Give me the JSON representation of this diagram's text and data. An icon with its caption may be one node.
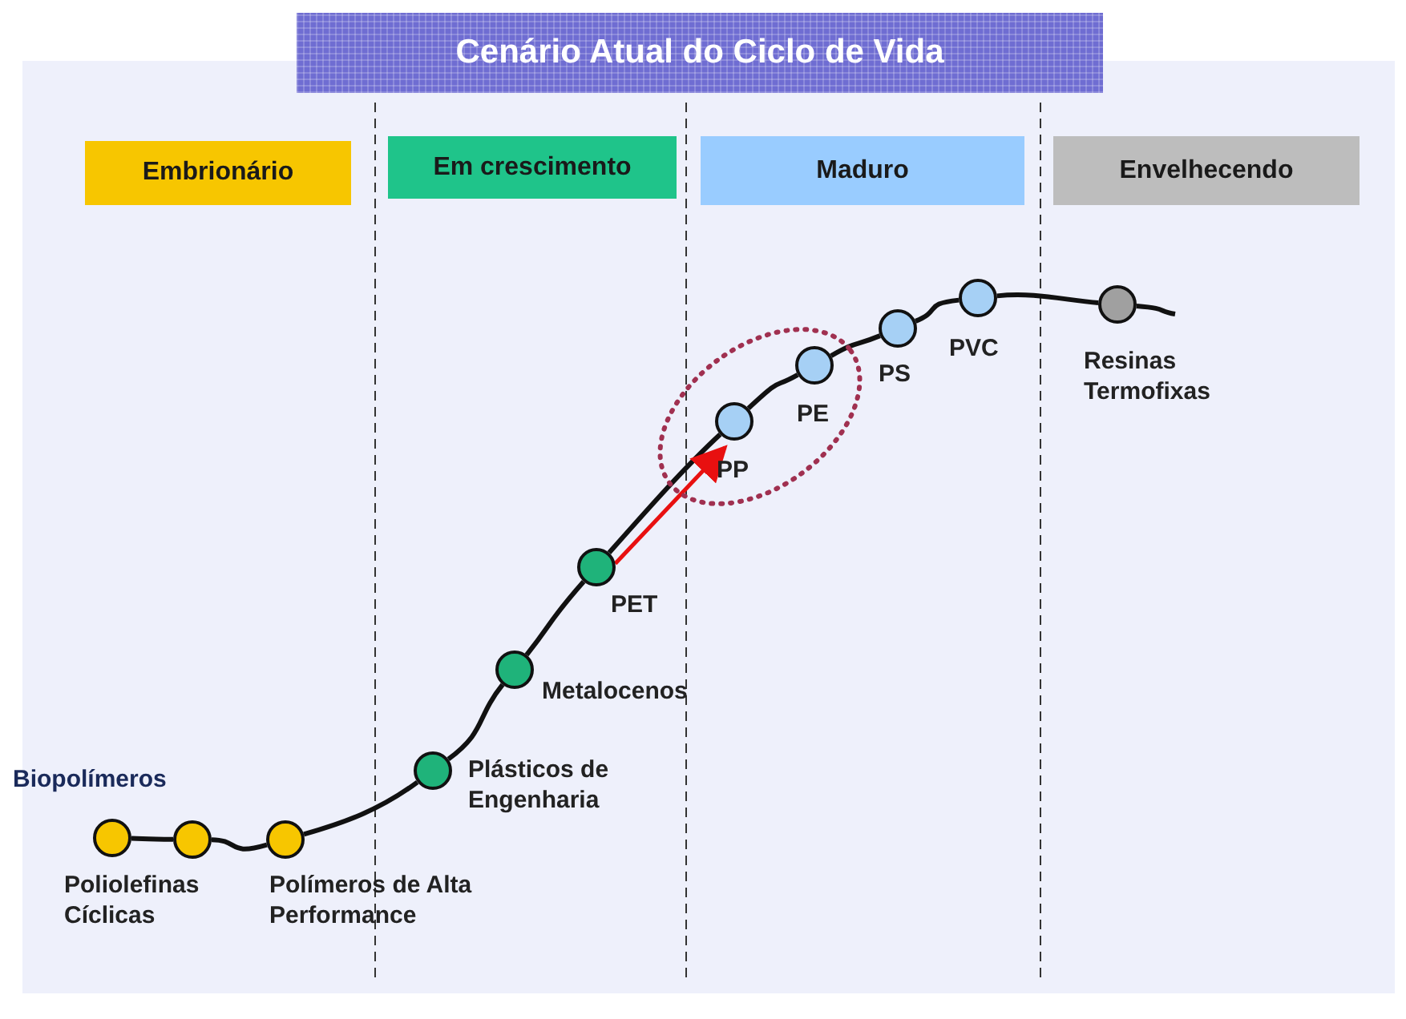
{
  "diagram": {
    "title": "Cenário Atual do Ciclo de Vida",
    "nodes": [
      {
        "text": [
          "Embrionário"
        ]
      },
      {
        "text": [
          "Em crescimento"
        ]
      },
      {
        "text": [
          "Maduro"
        ]
      },
      {
        "text": [
          "Envelhecendo"
        ]
      },
      {
        "text": [],
        "shape": "circle",
        "beside": [
          "Biopolímeros"
        ]
      },
      {
        "text": [],
        "shape": "circle",
        "beside": [
          "Poliolefinas Cíclicas"
        ]
      },
      {
        "text": [],
        "shape": "circle",
        "beside": [
          "Polímeros de Alta Performance"
        ]
      },
      {
        "text": [],
        "shape": "circle",
        "beside": [
          "Plásticos de Engenharia"
        ]
      },
      {
        "text": [],
        "shape": "circle",
        "beside": [
          "Metalocenos"
        ]
      },
      {
        "text": [],
        "shape": "circle",
        "beside": [
          "PET"
        ]
      },
      {
        "text": [],
        "shape": "circle"
      },
      {
        "text": [],
        "shape": "circle",
        "beside": [
          "PP"
        ],
        "in": 10
      },
      {
        "text": [],
        "shape": "circle",
        "beside": [
          "PE"
        ],
        "in": 10
      },
      {
        "text": [],
        "shape": "circle",
        "beside": [
          "PS"
        ]
      },
      {
        "text": [],
        "shape": "circle",
        "beside": [
          "PVC"
        ]
      },
      {
        "text": [],
        "shape": "circle",
        "beside": [
          "Resinas Termofixas"
        ]
      }
    ],
    "edges": [
      {
        "from": 4,
        "to": 5,
        "arrow": "none"
      },
      {
        "from": 5,
        "to": 6,
        "arrow": "none"
      },
      {
        "from": 6,
        "to": 7,
        "arrow": "none"
      },
      {
        "from": 7,
        "to": 8,
        "arrow": "none"
      },
      {
        "from": 8,
        "to": 9,
        "arrow": "none"
      },
      {
        "from": 9,
        "to": 11,
        "arrow": "none"
      },
      {
        "from": 11,
        "to": 12,
        "arrow": "none"
      },
      {
        "from": 12,
        "to": 13,
        "arrow": "none"
      },
      {
        "from": 13,
        "to": 14,
        "arrow": "none"
      },
      {
        "from": 14,
        "to": 15,
        "arrow": "none"
      },
      {
        "from": 15,
        "to": null,
        "arrow": "none"
      },
      {
        "from": 9,
        "to": 11,
        "arrow": "to",
        "color": "#e81010"
      }
    ]
  }
}
